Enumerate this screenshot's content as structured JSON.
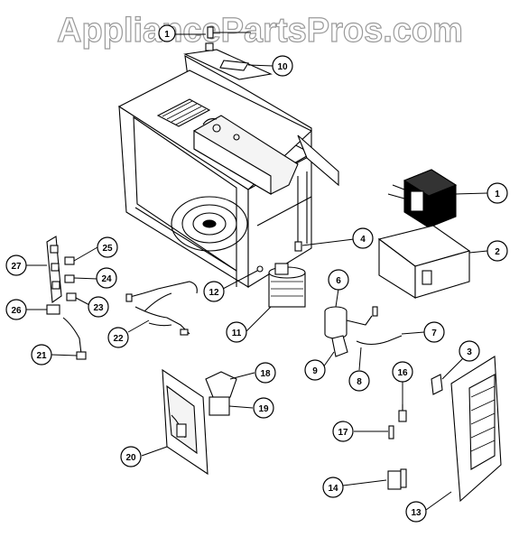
{
  "watermark": {
    "text": "AppliancePartsPros.com"
  },
  "callouts": [
    {
      "id": "c1",
      "label": "1"
    },
    {
      "id": "c2",
      "label": "2"
    },
    {
      "id": "c3",
      "label": "3"
    },
    {
      "id": "c4",
      "label": "4"
    },
    {
      "id": "c6",
      "label": "6"
    },
    {
      "id": "c7",
      "label": "7"
    },
    {
      "id": "c8",
      "label": "8"
    },
    {
      "id": "c9",
      "label": "9"
    },
    {
      "id": "c10",
      "label": "10"
    },
    {
      "id": "c11",
      "label": "11"
    },
    {
      "id": "c12",
      "label": "12"
    },
    {
      "id": "c13",
      "label": "13"
    },
    {
      "id": "c14",
      "label": "14"
    },
    {
      "id": "c16",
      "label": "16"
    },
    {
      "id": "c17",
      "label": "17"
    },
    {
      "id": "c18",
      "label": "18"
    },
    {
      "id": "c19",
      "label": "19"
    },
    {
      "id": "c20",
      "label": "20"
    },
    {
      "id": "c21",
      "label": "21"
    },
    {
      "id": "c22",
      "label": "22"
    },
    {
      "id": "c23",
      "label": "23"
    },
    {
      "id": "c24",
      "label": "24"
    },
    {
      "id": "c25",
      "label": "25"
    },
    {
      "id": "c26",
      "label": "26"
    },
    {
      "id": "c27",
      "label": "27"
    }
  ]
}
